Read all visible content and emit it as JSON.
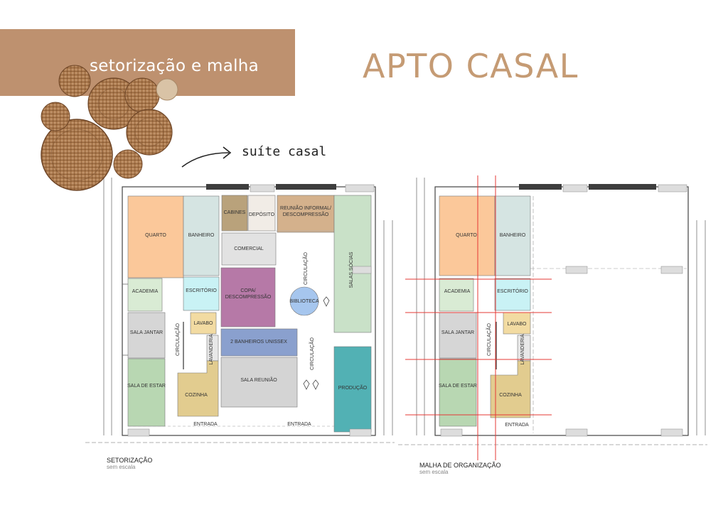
{
  "banner": {
    "text": "setorização e malha",
    "color": "#be916f"
  },
  "title": {
    "text": "APTO CASAL",
    "color": "#c59b74"
  },
  "annotation": {
    "text": "suíte casal"
  },
  "plan_left": {
    "caption": "SETORIZAÇÃO",
    "sub": "sem escala",
    "rooms": [
      {
        "id": "quarto",
        "label": "QUARTO",
        "color": "#fbc89a"
      },
      {
        "id": "banheiro",
        "label": "BANHEIRO",
        "color": "#d5e4e2"
      },
      {
        "id": "cabines",
        "label": "CABINES",
        "color": "#b9a27b"
      },
      {
        "id": "deposito",
        "label": "DEPÓSITO",
        "color": "#f1ece6"
      },
      {
        "id": "reuniao-informal",
        "label": "REUNIÃO INFORMAL/ DESCOMPRESSÃO",
        "color": "#d4b18c"
      },
      {
        "id": "comercial",
        "label": "COMERCIAL",
        "color": "#e2e2e2"
      },
      {
        "id": "salas-socias",
        "label": "SALAS SÓCIAS",
        "color": "#c9e1c8"
      },
      {
        "id": "academia",
        "label": "ACADEMIA",
        "color": "#d9ebd4"
      },
      {
        "id": "escritorio",
        "label": "ESCRITÓRIO",
        "color": "#c9f2f5"
      },
      {
        "id": "copa",
        "label": "COPA/ DESCOMPRESSÃO",
        "color": "#b679a7"
      },
      {
        "id": "biblioteca",
        "label": "BIBLIOTECA",
        "color": "#a6c6ee"
      },
      {
        "id": "sala-jantar",
        "label": "SALA JANTAR",
        "color": "#d6d6d6"
      },
      {
        "id": "lavabo",
        "label": "LAVABO",
        "color": "#f2dba2"
      },
      {
        "id": "banheiros-unissex",
        "label": "2 BANHEIROS UNISSEX",
        "color": "#8aa0ce"
      },
      {
        "id": "lavanderia",
        "label": "LAVANDERIA",
        "color": "#e8e8e8"
      },
      {
        "id": "sala-de-estar",
        "label": "SALA DE ESTAR",
        "color": "#b8d7b2"
      },
      {
        "id": "cozinha",
        "label": "COZINHA",
        "color": "#e2cc8f"
      },
      {
        "id": "sala-reuniao",
        "label": "SALA REUNIÃO",
        "color": "#d4d4d4"
      },
      {
        "id": "producao",
        "label": "PRODUÇÃO",
        "color": "#52b1b4"
      }
    ],
    "labels": {
      "circulacao": "CIRCULAÇÃO",
      "entrada": "ENTRADA"
    }
  },
  "plan_right": {
    "caption": "MALHA DE ORGANIZAÇÃO",
    "sub": "sem escala",
    "rooms": [
      {
        "id": "quarto",
        "label": "QUARTO",
        "color": "#fbc89a"
      },
      {
        "id": "banheiro",
        "label": "BANHEIRO",
        "color": "#d5e4e2"
      },
      {
        "id": "academia",
        "label": "ACADEMIA",
        "color": "#d9ebd4"
      },
      {
        "id": "escritorio",
        "label": "ESCRITÓRIO",
        "color": "#c9f2f5"
      },
      {
        "id": "sala-jantar",
        "label": "SALA JANTAR",
        "color": "#d6d6d6"
      },
      {
        "id": "lavabo",
        "label": "LAVABO",
        "color": "#f2dba2"
      },
      {
        "id": "lavanderia",
        "label": "LAVANDERIA",
        "color": "#e8e8e8"
      },
      {
        "id": "sala-de-estar",
        "label": "SALA DE ESTAR",
        "color": "#b8d7b2"
      },
      {
        "id": "cozinha",
        "label": "COZINHA",
        "color": "#e2cc8f"
      }
    ],
    "labels": {
      "circulacao": "CIRCULAÇÃO",
      "entrada": "ENTRADA"
    },
    "grid_color": "#e53935"
  }
}
